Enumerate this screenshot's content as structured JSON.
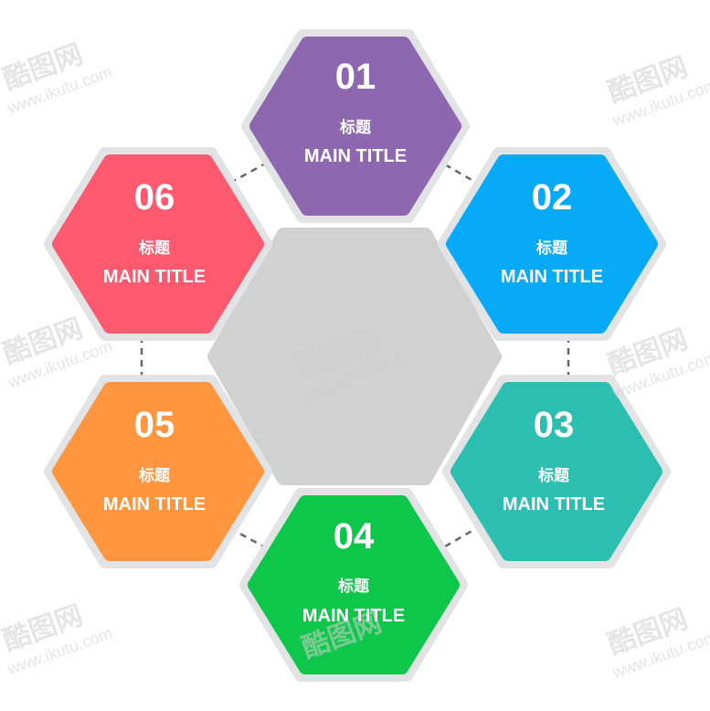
{
  "watermark": {
    "brand": "酷图网",
    "url": "www.ikutu.com"
  },
  "items": [
    {
      "num": "01",
      "title_cn": "标题",
      "title_en": "MAIN TITLE",
      "color": "#8e67b1"
    },
    {
      "num": "02",
      "title_cn": "标题",
      "title_en": "MAIN TITLE",
      "color": "#07aaf6"
    },
    {
      "num": "03",
      "title_cn": "标题",
      "title_en": "MAIN TITLE",
      "color": "#2cbfb1"
    },
    {
      "num": "04",
      "title_cn": "标题",
      "title_en": "MAIN TITLE",
      "color": "#0ec64a"
    },
    {
      "num": "05",
      "title_cn": "标题",
      "title_en": "MAIN TITLE",
      "color": "#fd963f"
    },
    {
      "num": "06",
      "title_cn": "标题",
      "title_en": "MAIN TITLE",
      "color": "#fd5a70"
    }
  ],
  "colors": {
    "center": "#d0d1d2",
    "border": "#e2e3e4",
    "connector": "#666666"
  }
}
